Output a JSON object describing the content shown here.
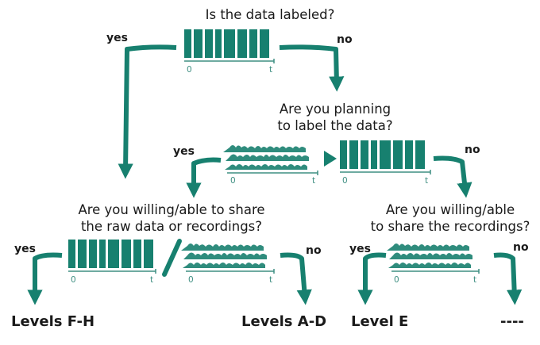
{
  "diagram": {
    "colors": {
      "accent": "#17806f",
      "axis": "#3f8f82",
      "text": "#1a1a1a"
    },
    "axis_start": "0",
    "axis_end": "t",
    "questions": {
      "q1": "Is the data labeled?",
      "q2_line1": "Are you planning",
      "q2_line2": "to label the data?",
      "q3_line1": "Are you willing/able to share",
      "q3_line2": "the raw data or recordings?",
      "q4_line1": "Are you willing/able",
      "q4_line2": "to share the recordings?"
    },
    "answers": {
      "q1_yes": "yes",
      "q1_no": "no",
      "q2_yes": "yes",
      "q2_no": "no",
      "q3_yes": "yes",
      "q3_no": "no",
      "q4_yes": "yes",
      "q4_no": "no"
    },
    "outcomes": {
      "levels_fh": "Levels F-H",
      "levels_ad": "Levels A-D",
      "level_e": "Level E",
      "none": "----"
    },
    "icons": [
      "labeled-data-icon",
      "raw-recording-icon"
    ]
  }
}
